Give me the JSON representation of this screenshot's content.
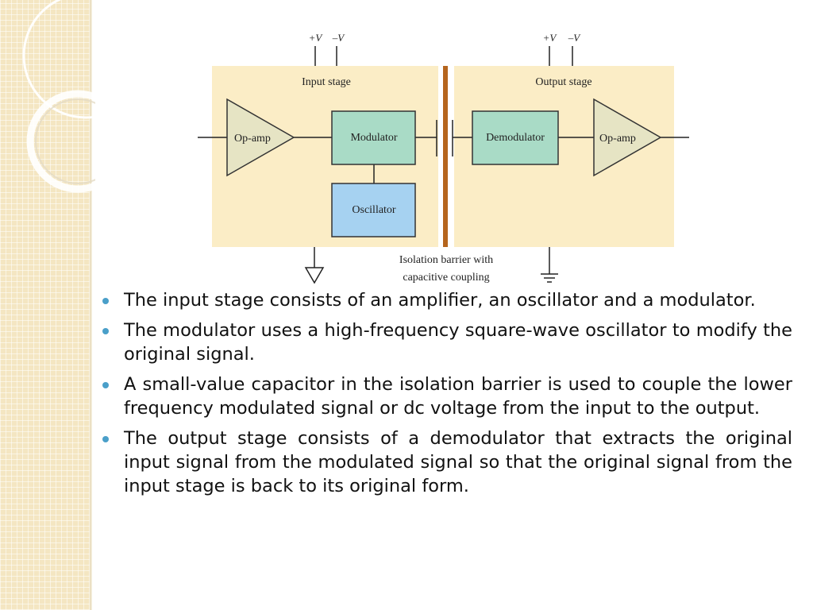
{
  "diagram": {
    "supply_labels": {
      "input_plus": "+V",
      "input_minus": "–V",
      "output_plus": "+V",
      "output_minus": "–V"
    },
    "input_stage": {
      "title": "Input stage",
      "opamp_label": "Op-amp",
      "modulator_label": "Modulator",
      "oscillator_label": "Oscillator"
    },
    "output_stage": {
      "title": "Output stage",
      "demodulator_label": "Demodulator",
      "opamp_label": "Op-amp"
    },
    "barrier_caption_line1": "Isolation barrier with",
    "barrier_caption_line2": "capacitive coupling",
    "colors": {
      "stage_fill": "#fbedc6",
      "barrier": "#b5651d",
      "opamp_fill": "#e6e4c4",
      "modulator_fill": "#a9dbc6",
      "oscillator_fill": "#a6d2f1",
      "bullet": "#4a9fc9"
    }
  },
  "bullets": [
    {
      "text": "The input stage consists of an amplifier, an oscillator and a modulator."
    },
    {
      "text": "The modulator uses a high-frequency square-wave oscillator to modify the original signal."
    },
    {
      "text": "A small-value capacitor in the isolation barrier is used to couple the lower frequency modulated signal or dc voltage from the input to the output."
    },
    {
      "text": "The output stage consists of a demodulator that extracts the original input signal from the modulated signal so that the original signal from the input stage is back to its original form."
    }
  ]
}
